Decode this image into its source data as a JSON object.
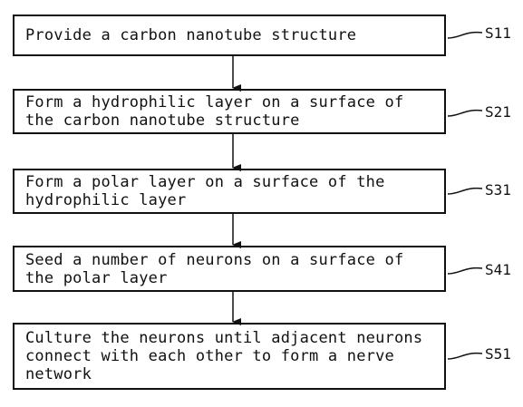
{
  "steps": [
    {
      "id": "S11",
      "text": "Provide a carbon nanotube structure"
    },
    {
      "id": "S21",
      "text": "Form a hydrophilic layer on a surface of the carbon nanotube structure"
    },
    {
      "id": "S31",
      "text": "Form a polar layer on a surface of the hydrophilic layer"
    },
    {
      "id": "S41",
      "text": "Seed a number of neurons on a surface of the polar layer"
    },
    {
      "id": "S51",
      "text": "Culture the neurons until adjacent neurons connect with each other to form a nerve network"
    }
  ],
  "colors": {
    "ink": "#111111",
    "background": "#ffffff"
  }
}
